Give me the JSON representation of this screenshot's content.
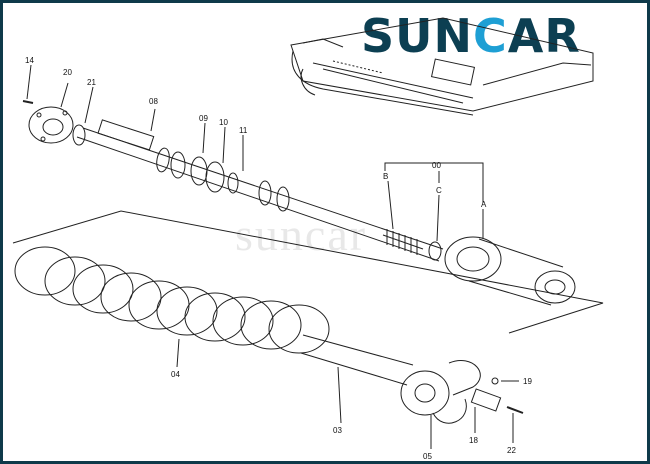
{
  "brand": {
    "part1": "SUN",
    "part2": "C",
    "part3": "AR",
    "watermark": "suncar"
  },
  "colors": {
    "brand_dark": "#0c3f52",
    "brand_accent": "#1e9fd4",
    "frame": "#0e3a4a"
  },
  "callouts": {
    "p14": "14",
    "p20": "20",
    "p21": "21",
    "p08": "08",
    "p09": "09",
    "p10": "10",
    "p11": "11",
    "p00": "00",
    "pB": "B",
    "pC": "C",
    "pA": "A",
    "p04": "04",
    "p03": "03",
    "p05": "05",
    "p18": "18",
    "p19": "19",
    "p22": "22"
  }
}
